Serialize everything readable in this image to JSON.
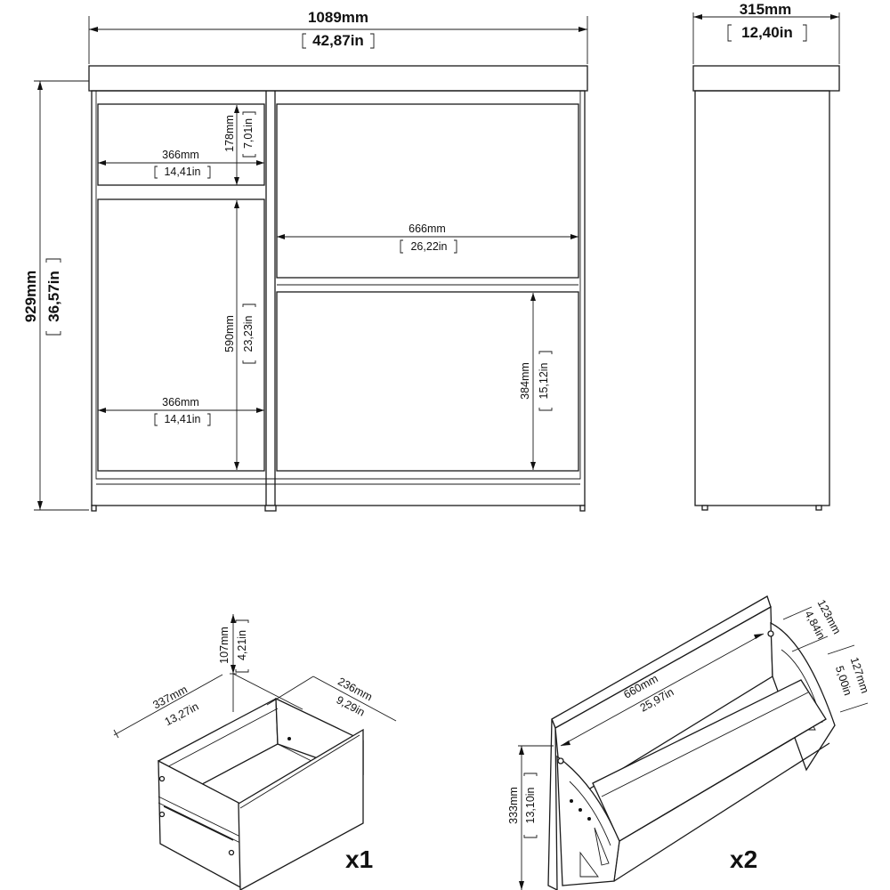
{
  "front": {
    "width_mm": "1089mm",
    "width_in": "42,87in",
    "height_mm": "929mm",
    "height_in": "36,57in",
    "top_drawer_width_mm": "366mm",
    "top_drawer_width_in": "14,41in",
    "top_drawer_height_mm": "178mm",
    "top_drawer_height_in": "7,01in",
    "left_door_width_mm": "366mm",
    "left_door_width_in": "14,41in",
    "left_door_height_mm": "590mm",
    "left_door_height_in": "23,23in",
    "flap_width_mm": "666mm",
    "flap_width_in": "26,22in",
    "flap_height_mm": "384mm",
    "flap_height_in": "15,12in"
  },
  "side": {
    "depth_mm": "315mm",
    "depth_in": "12,40in"
  },
  "drawer": {
    "height_mm": "107mm",
    "height_in": "4,21in",
    "depth_mm": "337mm",
    "depth_in": "13,27in",
    "width_mm": "236mm",
    "width_in": "9,29in",
    "quantity": "x1"
  },
  "shoe_compartment": {
    "width_mm": "660mm",
    "width_in": "25,97in",
    "height_mm": "333mm",
    "height_in": "13,10in",
    "depth_top_mm": "123mm",
    "depth_top_in": "4,84in",
    "depth_bottom_mm": "127mm",
    "depth_bottom_in": "5,00in",
    "quantity": "x2"
  }
}
